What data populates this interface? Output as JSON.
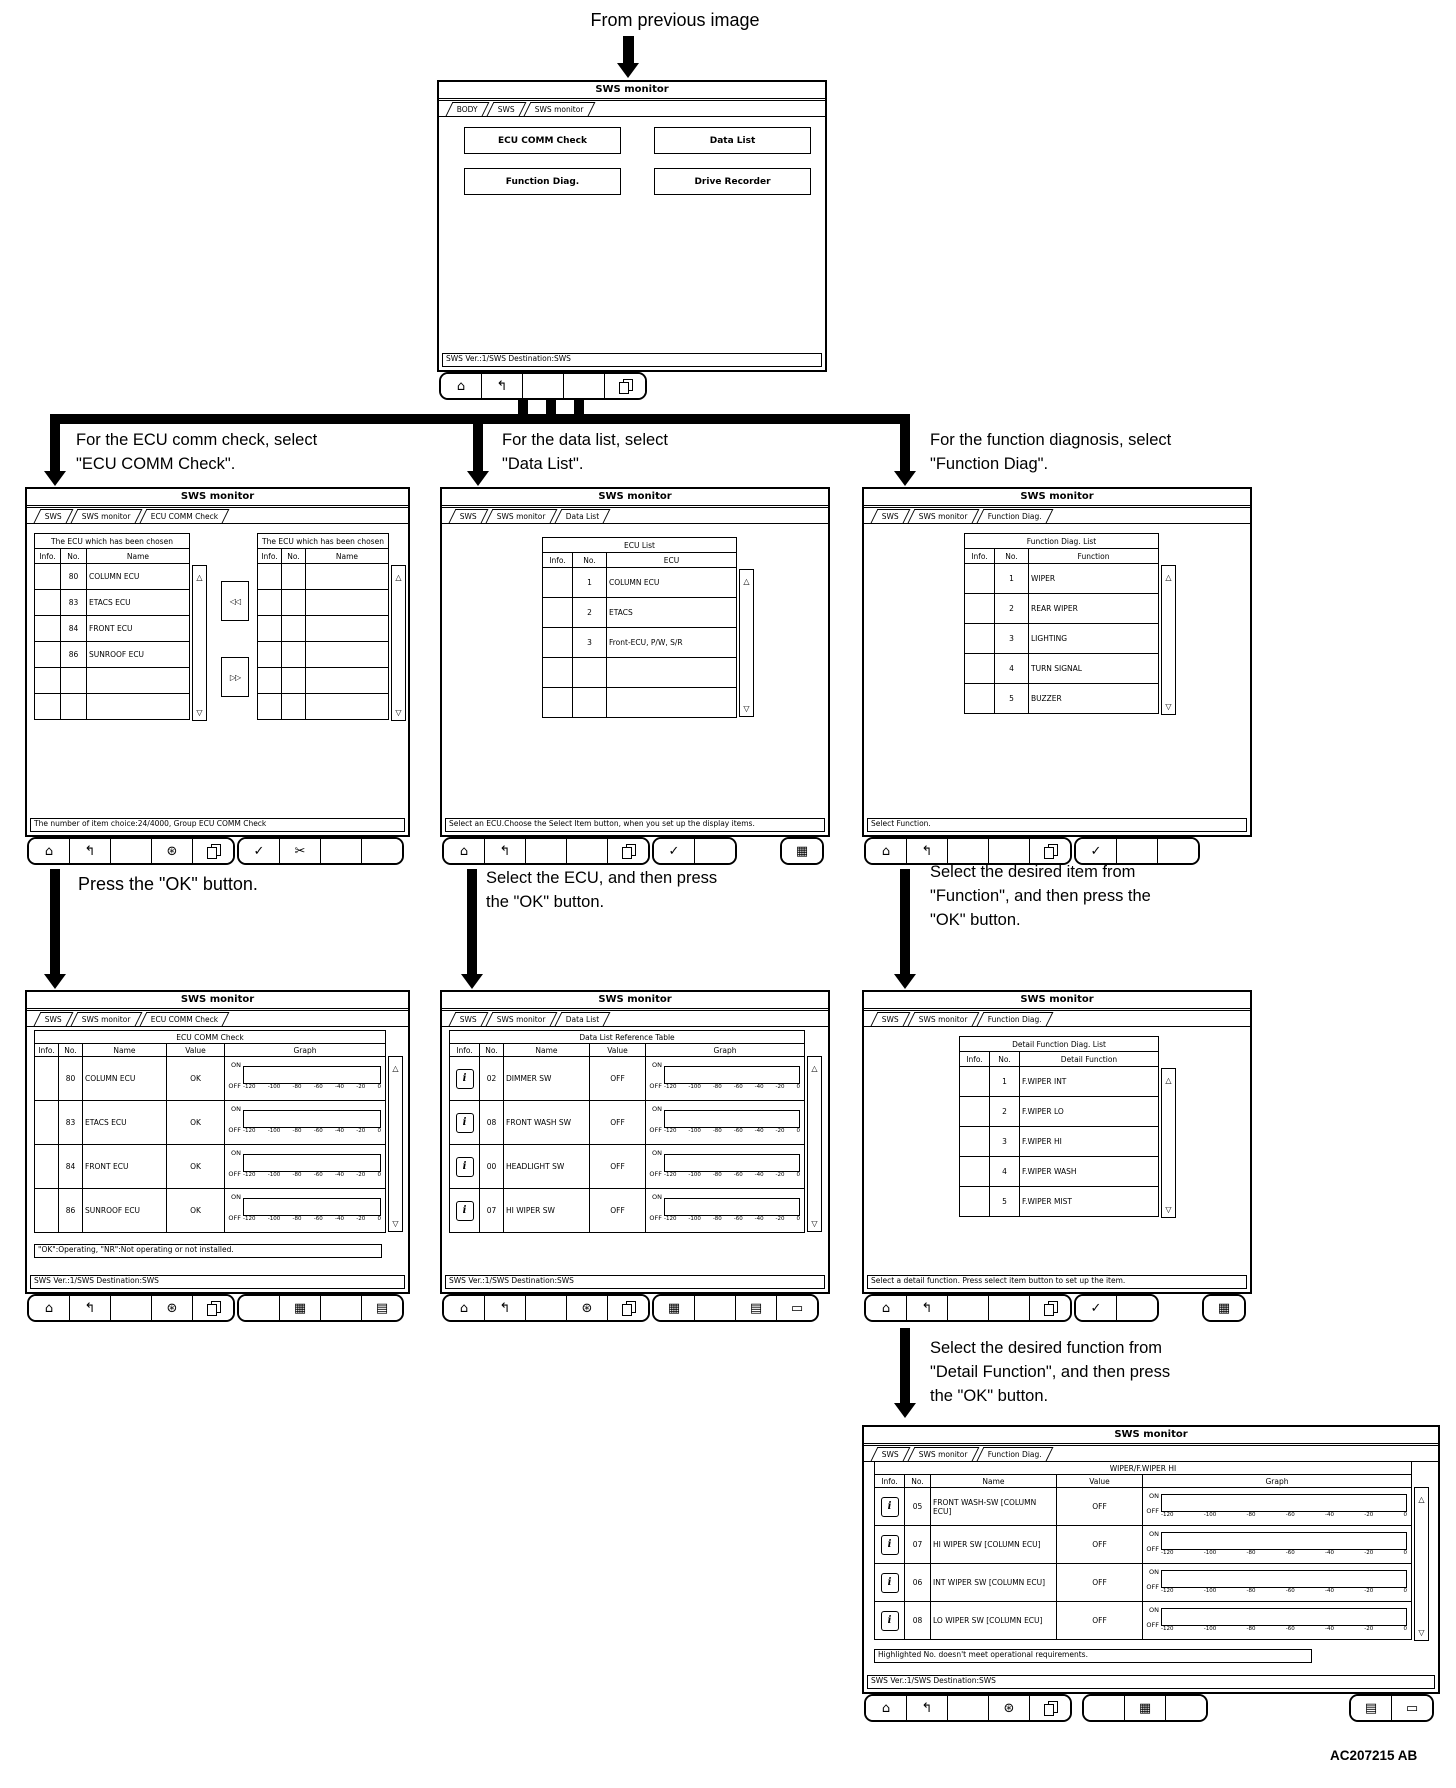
{
  "page": {
    "from_previous": "From previous image",
    "figure_code": "AC207215 AB"
  },
  "captions": {
    "ecu_branch": [
      "For the ECU comm check, select",
      "\"ECU COMM Check\"."
    ],
    "data_branch": [
      "For the data list, select",
      "\"Data List\"."
    ],
    "func_branch": [
      "For the function diagnosis, select",
      "\"Function Diag\"."
    ],
    "press_ok": "Press the \"OK\" button.",
    "select_ecu": [
      "Select the ECU, and then press",
      "the \"OK\" button."
    ],
    "select_item": [
      "Select the desired item from",
      "\"Function\", and then press the",
      "\"OK\" button."
    ],
    "select_detail": [
      "Select the desired function from",
      "\"Detail Function\", and then press",
      "the \"OK\" button."
    ]
  },
  "graph": {
    "on": "ON",
    "off": "OFF",
    "axis": [
      "-120",
      "-100",
      "-80",
      "-60",
      "-40",
      "-20",
      "0"
    ]
  },
  "icons": {
    "home": "⌂",
    "back": "↰",
    "globe": "⊛",
    "check": "✓",
    "cut": "✂",
    "grid": "▦",
    "printer": "▤",
    "monitor": "▭",
    "info": "i",
    "up": "△",
    "down": "▽",
    "move_left": "◁◁",
    "move_right": "▷▷"
  },
  "screens": {
    "main": {
      "title": "SWS monitor",
      "tabs": [
        "BODY",
        "SWS",
        "SWS monitor"
      ],
      "buttons": [
        "ECU COMM Check",
        "Data List",
        "Function Diag.",
        "Drive Recorder"
      ],
      "status": "SWS Ver.:1/SWS Destination:SWS"
    },
    "ecu_select": {
      "title": "SWS monitor",
      "tabs": [
        "SWS",
        "SWS monitor",
        "ECU COMM Check"
      ],
      "left_table": {
        "header": "The ECU which has been chosen",
        "cols": [
          "Info.",
          "No.",
          "Name"
        ],
        "rows": [
          {
            "no": "80",
            "name": "COLUMN ECU"
          },
          {
            "no": "83",
            "name": "ETACS ECU"
          },
          {
            "no": "84",
            "name": "FRONT ECU"
          },
          {
            "no": "86",
            "name": "SUNROOF ECU"
          }
        ]
      },
      "right_table": {
        "header": "The ECU which has been chosen",
        "cols": [
          "Info.",
          "No.",
          "Name"
        ]
      },
      "status": "The number of item choice:24/4000, Group ECU COMM Check"
    },
    "ecu_list": {
      "title": "SWS monitor",
      "tabs": [
        "SWS",
        "SWS monitor",
        "Data List"
      ],
      "table": {
        "header": "ECU List",
        "cols": [
          "Info.",
          "No.",
          "ECU"
        ],
        "rows": [
          {
            "no": "1",
            "name": "COLUMN ECU"
          },
          {
            "no": "2",
            "name": "ETACS"
          },
          {
            "no": "3",
            "name": "Front-ECU, P/W, S/R"
          }
        ]
      },
      "status": "Select an ECU.Choose the Select Item button, when you set up the display items."
    },
    "func_list": {
      "title": "SWS monitor",
      "tabs": [
        "SWS",
        "SWS monitor",
        "Function Diag."
      ],
      "table": {
        "header": "Function Diag. List",
        "cols": [
          "Info.",
          "No.",
          "Function"
        ],
        "rows": [
          {
            "no": "1",
            "name": "WIPER"
          },
          {
            "no": "2",
            "name": "REAR WIPER"
          },
          {
            "no": "3",
            "name": "LIGHTING"
          },
          {
            "no": "4",
            "name": "TURN SIGNAL"
          },
          {
            "no": "5",
            "name": "BUZZER"
          }
        ]
      },
      "status": "Select Function."
    },
    "ecu_comm_result": {
      "title": "SWS monitor",
      "tabs": [
        "SWS",
        "SWS monitor",
        "ECU COMM Check"
      ],
      "table": {
        "header": "ECU COMM Check",
        "cols": [
          "Info.",
          "No.",
          "Name",
          "Value",
          "Graph"
        ],
        "rows": [
          {
            "no": "80",
            "name": "COLUMN ECU",
            "value": "OK"
          },
          {
            "no": "83",
            "name": "ETACS ECU",
            "value": "OK"
          },
          {
            "no": "84",
            "name": "FRONT ECU",
            "value": "OK"
          },
          {
            "no": "86",
            "name": "SUNROOF ECU",
            "value": "OK"
          }
        ]
      },
      "note": "\"OK\":Operating, \"NR\":Not operating or not installed.",
      "status": "SWS Ver.:1/SWS Destination:SWS"
    },
    "data_ref": {
      "title": "SWS monitor",
      "tabs": [
        "SWS",
        "SWS monitor",
        "Data List"
      ],
      "table": {
        "header": "Data List Reference Table",
        "cols": [
          "Info.",
          "No.",
          "Name",
          "Value",
          "Graph"
        ],
        "rows": [
          {
            "no": "02",
            "name": "DIMMER SW",
            "value": "OFF"
          },
          {
            "no": "08",
            "name": "FRONT WASH SW",
            "value": "OFF"
          },
          {
            "no": "00",
            "name": "HEADLIGHT SW",
            "value": "OFF"
          },
          {
            "no": "07",
            "name": "HI WIPER SW",
            "value": "OFF"
          }
        ]
      },
      "status": "SWS Ver.:1/SWS Destination:SWS"
    },
    "detail_func": {
      "title": "SWS monitor",
      "tabs": [
        "SWS",
        "SWS monitor",
        "Function Diag."
      ],
      "table": {
        "header": "Detail Function Diag. List",
        "cols": [
          "Info.",
          "No.",
          "Detail Function"
        ],
        "rows": [
          {
            "no": "1",
            "name": "F.WIPER INT"
          },
          {
            "no": "2",
            "name": "F.WIPER LO"
          },
          {
            "no": "3",
            "name": "F.WIPER HI"
          },
          {
            "no": "4",
            "name": "F.WIPER WASH"
          },
          {
            "no": "5",
            "name": "F.WIPER MIST"
          }
        ]
      },
      "status": "Select a detail function. Press select item button to set up the item."
    },
    "wiper_hi": {
      "title": "SWS monitor",
      "tabs": [
        "SWS",
        "SWS monitor",
        "Function Diag."
      ],
      "table": {
        "header": "WIPER/F.WIPER HI",
        "cols": [
          "Info.",
          "No.",
          "Name",
          "Value",
          "Graph"
        ],
        "rows": [
          {
            "no": "05",
            "name": "FRONT WASH-SW [COLUMN ECU]",
            "value": "OFF"
          },
          {
            "no": "07",
            "name": "HI WIPER SW [COLUMN ECU]",
            "value": "OFF"
          },
          {
            "no": "06",
            "name": "INT WIPER SW [COLUMN ECU]",
            "value": "OFF"
          },
          {
            "no": "08",
            "name": "LO WIPER SW [COLUMN ECU]",
            "value": "OFF"
          }
        ]
      },
      "note": "Highlighted No. doesn't meet operational requirements.",
      "status": "SWS Ver.:1/SWS Destination:SWS"
    }
  }
}
